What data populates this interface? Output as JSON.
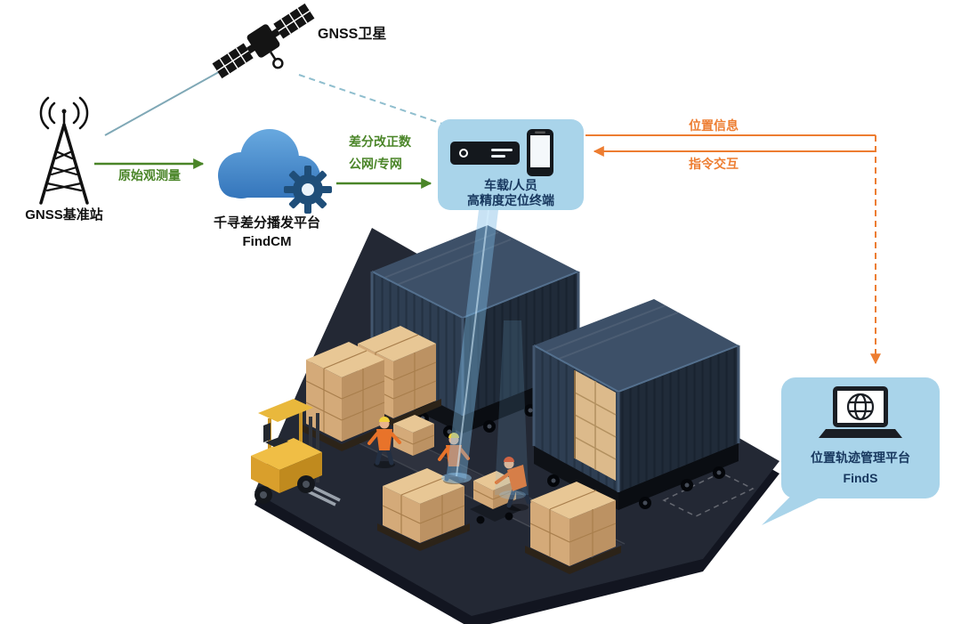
{
  "labels": {
    "satellite": "GNSS卫星",
    "base_station": "GNSS基准站",
    "raw_observation": "原始观测量",
    "cloud_platform_name": "千寻差分播发平台",
    "cloud_platform_product": "FindCM",
    "correction_data": "差分改正数",
    "network": "公网/专网",
    "terminal_line1": "车载/人员",
    "terminal_line2": "高精度定位终端",
    "position_info": "位置信息",
    "command_interaction": "指令交互",
    "management_platform_name": "位置轨迹管理平台",
    "management_platform_product": "FindS"
  },
  "colors": {
    "accent_green": "#4A8528",
    "accent_orange": "#ED7D31",
    "link_teal": "#7FA8B6",
    "bubble_background": "#A9D4EA",
    "bubble_text": "#17375E",
    "cloud_blue": "#3B7FC4",
    "gear_navy": "#1F4E79",
    "container_navy": "#2E3E52",
    "box_tan": "#E8C795"
  }
}
